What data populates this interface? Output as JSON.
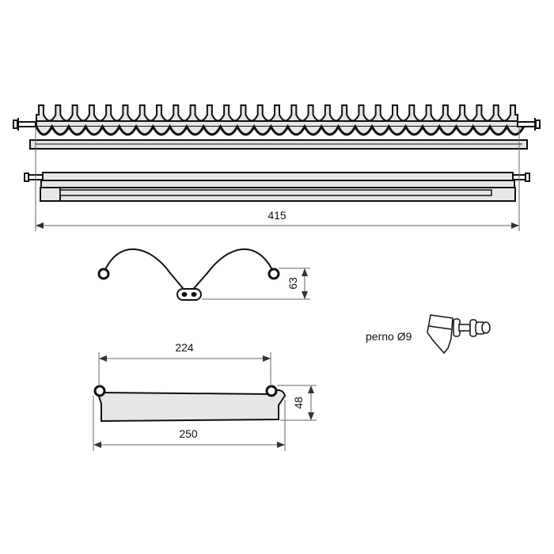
{
  "dimensions": {
    "overall_length": "415",
    "wire_height": "63",
    "tray_inner_width": "224",
    "tray_height": "48",
    "tray_outer_width": "250"
  },
  "pin_label": "perno Ø9",
  "colors": {
    "line": "#111111",
    "fill": "#e6e6e6",
    "dim": "#555555"
  }
}
